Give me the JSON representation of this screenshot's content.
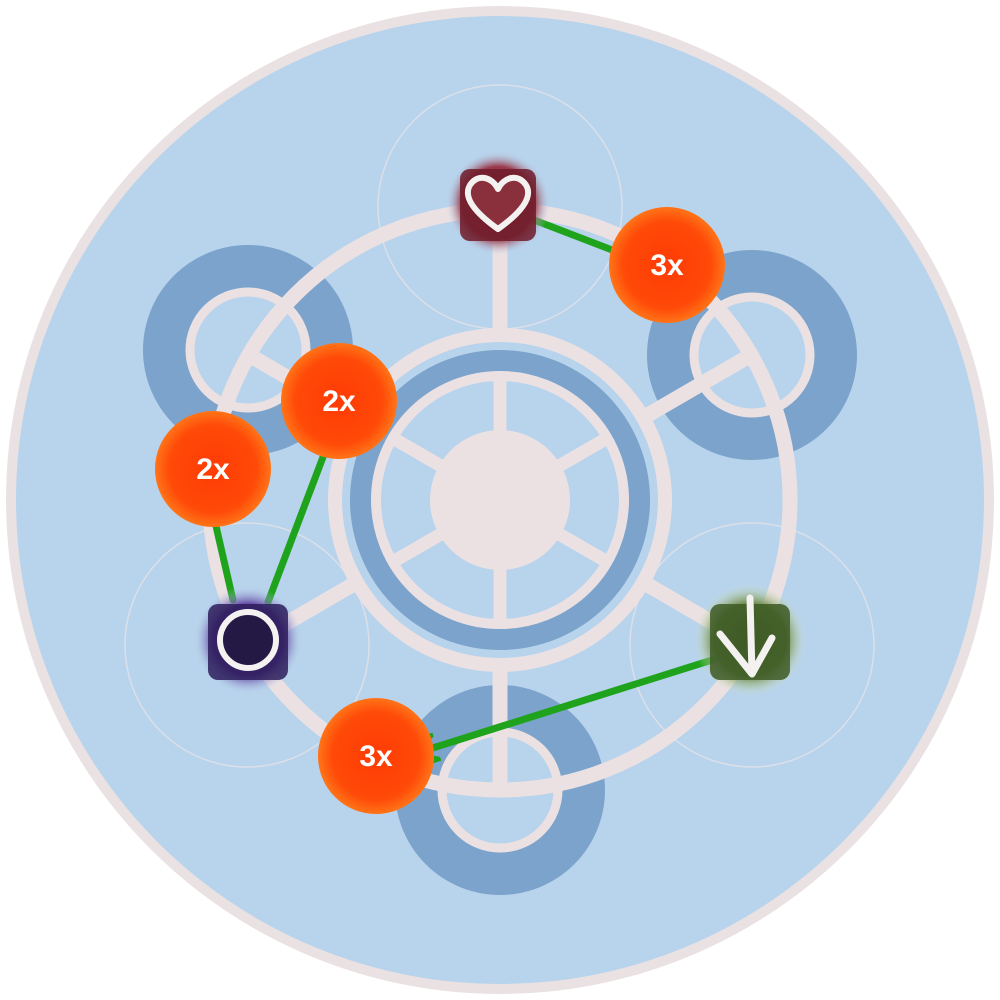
{
  "colors": {
    "board_fill": "#b8d3ec",
    "rim": "#eae1e3",
    "ring_line": "#ebe1e3",
    "dark_ring": "#7ba3cb",
    "thin_circle": "#d9dee6",
    "marker": "#ff4d0a",
    "marker_edge": "#ff7a1c",
    "arrow": "#1fa31c"
  },
  "markers": {
    "top_right": "3x",
    "left_upper": "2x",
    "left_lower": "2x",
    "bottom": "3x"
  },
  "symbols": {
    "heart": {
      "icon": "heart-icon",
      "glow": "#8a2a3a"
    },
    "void": {
      "icon": "void-ring-icon",
      "glow": "#4a2a8a"
    },
    "down": {
      "icon": "down-arrow-icon",
      "glow": "#4c6a2e"
    }
  }
}
